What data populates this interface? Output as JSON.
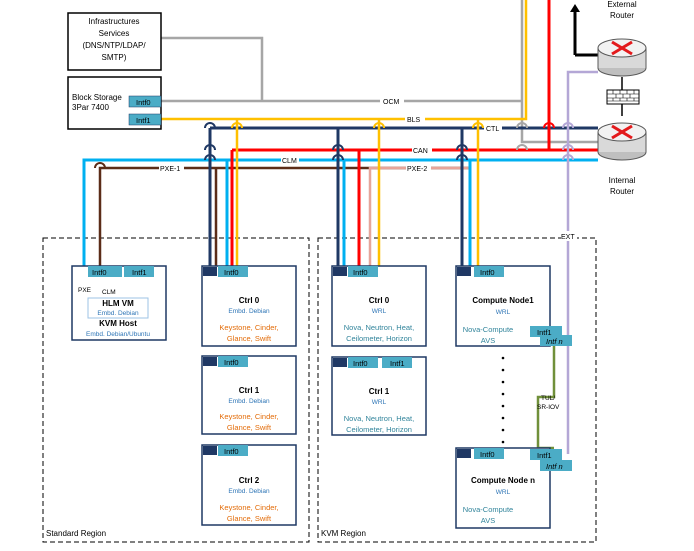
{
  "networks": {
    "ocm": "OCM",
    "bls": "BLS",
    "ctl": "CTL",
    "can": "CAN",
    "clm": "CLM",
    "pxe1": "PXE-1",
    "pxe2": "PXE-2",
    "ext": "EXT"
  },
  "colors": {
    "ocm": "#a6a6a6",
    "bls": "#ffc000",
    "ctl": "#1f3864",
    "can": "#ff0000",
    "clm": "#00b0f0",
    "pxe1": "#5b2c18",
    "pxe2": "#e6a59a",
    "ext": "#b4a7d6",
    "tul": "#70903a",
    "intf": "#4bacc6",
    "node_border": "#1f3864",
    "orange_text": "#e36c09",
    "blue_text": "#2e75b6",
    "teal_text": "#31849b"
  },
  "infra": {
    "line1": "Infrastructures",
    "line2": "Services",
    "line3": "(DNS/NTP/LDAP/",
    "line4": "SMTP)"
  },
  "block_storage": {
    "line1": "Block Storage",
    "line2": "3Par 7400",
    "intf0": "Intf0",
    "intf1": "Intf1"
  },
  "routers": {
    "external_line1": "External",
    "external_line2": "Router",
    "internal_line1": "Internal",
    "internal_line2": "Router"
  },
  "kvm_host": {
    "intf0": "Intf0",
    "intf1": "Intf1",
    "pxe": "PXE",
    "clm": "CLM",
    "vm_title": "HLM VM",
    "vm_os": "Embd. Debian",
    "host_title": "KVM Host",
    "host_os": "Embd. Debian/Ubuntu"
  },
  "std_ctrls": [
    {
      "intf": "Intf0",
      "title": "Ctrl 0",
      "os": "Embd. Debian",
      "svc1": "Keystone, Cinder,",
      "svc2": "Glance, Swift"
    },
    {
      "intf": "Intf0",
      "title": "Ctrl 1",
      "os": "Embd. Debian",
      "svc1": "Keystone, Cinder,",
      "svc2": "Glance, Swift"
    },
    {
      "intf": "Intf0",
      "title": "Ctrl 2",
      "os": "Embd. Debian",
      "svc1": "Keystone, Cinder,",
      "svc2": "Glance, Swift"
    }
  ],
  "kvm_ctrls": [
    {
      "intf0": "Intf0",
      "intf1": "",
      "title": "Ctrl 0",
      "os": "WRL",
      "svc1": "Nova, Neutron, Heat,",
      "svc2": "Ceilometer, Horizon"
    },
    {
      "intf0": "Intf0",
      "intf1": "Intf1",
      "title": "Ctrl 1",
      "os": "WRL",
      "svc1": "Nova, Neutron, Heat,",
      "svc2": "Ceilometer, Horizon"
    }
  ],
  "compute_nodes": [
    {
      "intf0": "Intf0",
      "intf1": "Intf1",
      "intfn": "Intf n",
      "title": "Compute Node1",
      "os": "WRL",
      "svc1": "Nova-Compute",
      "svc2": "AVS"
    },
    {
      "intf0": "Intf0",
      "intf1": "Intf1",
      "intfn": "Intf n",
      "title": "Compute Node n",
      "os": "WRL",
      "svc1": "Nova-Compute",
      "svc2": "AVS"
    }
  ],
  "tul_label_1": "TUL/",
  "tul_label_2": "SR-IOV",
  "regions": {
    "standard": "Standard Region",
    "kvm": "KVM Region"
  }
}
